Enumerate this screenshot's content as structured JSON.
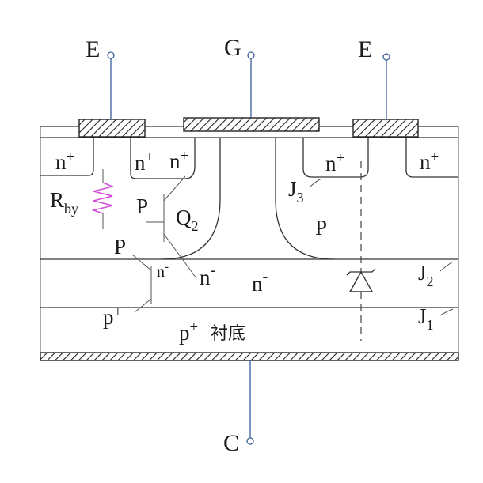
{
  "terminals": {
    "emitter_left": "E",
    "gate": "G",
    "emitter_right": "E",
    "collector": "C"
  },
  "regions": {
    "n_plus_1": "n",
    "n_plus_1_sup": "+",
    "n_plus_2": "n",
    "n_plus_2_sup": "+",
    "n_plus_3": "n",
    "n_plus_3_sup": "+",
    "n_plus_4": "n",
    "n_plus_4_sup": "+",
    "n_plus_5": "n",
    "n_plus_5_sup": "+",
    "p_right": "P",
    "n_minus_main": "n",
    "n_minus_main_sup": "-",
    "substrate_p": "p",
    "substrate_sup": "+",
    "substrate_text": "衬底"
  },
  "equivalent_circuit": {
    "r_by": "R",
    "r_by_sub": "by",
    "p_base": "P",
    "q2": "Q",
    "q2_sub": "2",
    "p_lower": "P",
    "n_minus_small": "n",
    "n_minus_small_sup": "-",
    "n_minus_label": "n",
    "n_minus_label_sup": "-",
    "p_plus": "p",
    "p_plus_sup": "+"
  },
  "junctions": {
    "j3": "J",
    "j3_sub": "3",
    "j2": "J",
    "j2_sub": "2",
    "j1": "J",
    "j1_sub": "1"
  },
  "colors": {
    "wire": "#3a5f9a",
    "resistor": "#d14bd6",
    "outline": "#333333"
  }
}
